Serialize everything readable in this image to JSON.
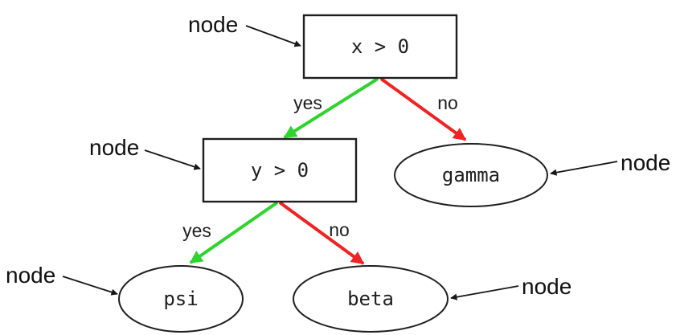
{
  "colors": {
    "yes_edge": "#2ed32e",
    "no_edge": "#f12222",
    "outline": "#1f1f1f",
    "annotation": "#161616",
    "text": "#1f1f1f",
    "background": "#ffffff"
  },
  "tree": {
    "nodes": [
      {
        "id": "root",
        "label": "x > 0",
        "shape": "rect"
      },
      {
        "id": "left",
        "label": "y > 0",
        "shape": "rect"
      },
      {
        "id": "gamma",
        "label": "gamma",
        "shape": "ellipse"
      },
      {
        "id": "psi",
        "label": "psi",
        "shape": "ellipse"
      },
      {
        "id": "beta",
        "label": "beta",
        "shape": "ellipse"
      }
    ],
    "edges": [
      {
        "from": "root",
        "to": "left",
        "label": "yes"
      },
      {
        "from": "root",
        "to": "gamma",
        "label": "no"
      },
      {
        "from": "left",
        "to": "psi",
        "label": "yes"
      },
      {
        "from": "left",
        "to": "beta",
        "label": "no"
      }
    ]
  },
  "annotations": [
    {
      "label": "node",
      "target": "root"
    },
    {
      "label": "node",
      "target": "left"
    },
    {
      "label": "node",
      "target": "gamma"
    },
    {
      "label": "node",
      "target": "psi"
    },
    {
      "label": "node",
      "target": "beta"
    }
  ]
}
